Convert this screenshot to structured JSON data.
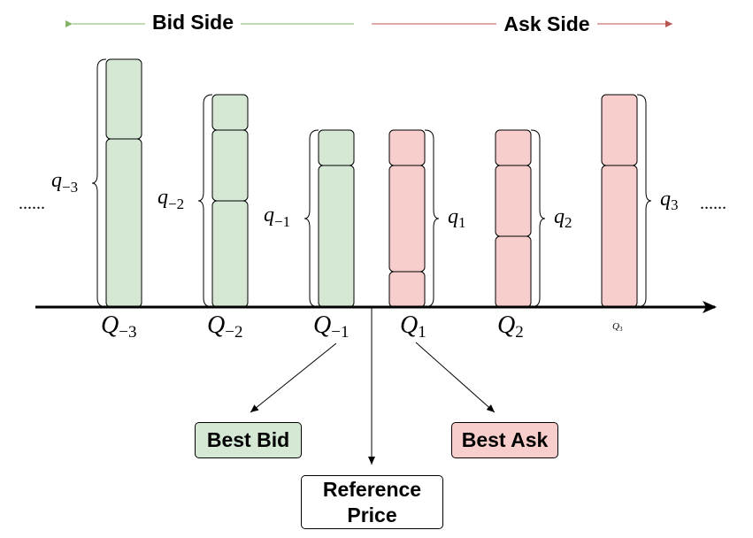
{
  "headers": {
    "bid_side": "Bid Side",
    "ask_side": "Ask Side"
  },
  "colors": {
    "bid_fill": "#d5e8d4",
    "ask_fill": "#f8cecc",
    "bid_arrow": "#82b366",
    "ask_arrow": "#b85450",
    "axis": "#000000"
  },
  "ellipsis_left": "......",
  "ellipsis_right": "......",
  "levels": {
    "q_minus_3": {
      "base": "q",
      "sub": "−3"
    },
    "q_minus_2": {
      "base": "q",
      "sub": "−2"
    },
    "q_minus_1": {
      "base": "q",
      "sub": "−1"
    },
    "q_1": {
      "base": "q",
      "sub": "1"
    },
    "q_2": {
      "base": "q",
      "sub": "2"
    },
    "q_3": {
      "base": "q",
      "sub": "3"
    }
  },
  "prices": {
    "Q_minus_3": {
      "base": "Q",
      "sub": "−3"
    },
    "Q_minus_2": {
      "base": "Q",
      "sub": "−2"
    },
    "Q_minus_1": {
      "base": "Q",
      "sub": "−1"
    },
    "Q_1": {
      "base": "Q",
      "sub": "1"
    },
    "Q_2": {
      "base": "Q",
      "sub": "2"
    },
    "Q_3": {
      "base": "Q",
      "sub": "3"
    }
  },
  "boxes": {
    "best_bid": "Best Bid",
    "best_ask": "Best Ask",
    "reference_price_line1": "Reference",
    "reference_price_line2": "Price"
  }
}
